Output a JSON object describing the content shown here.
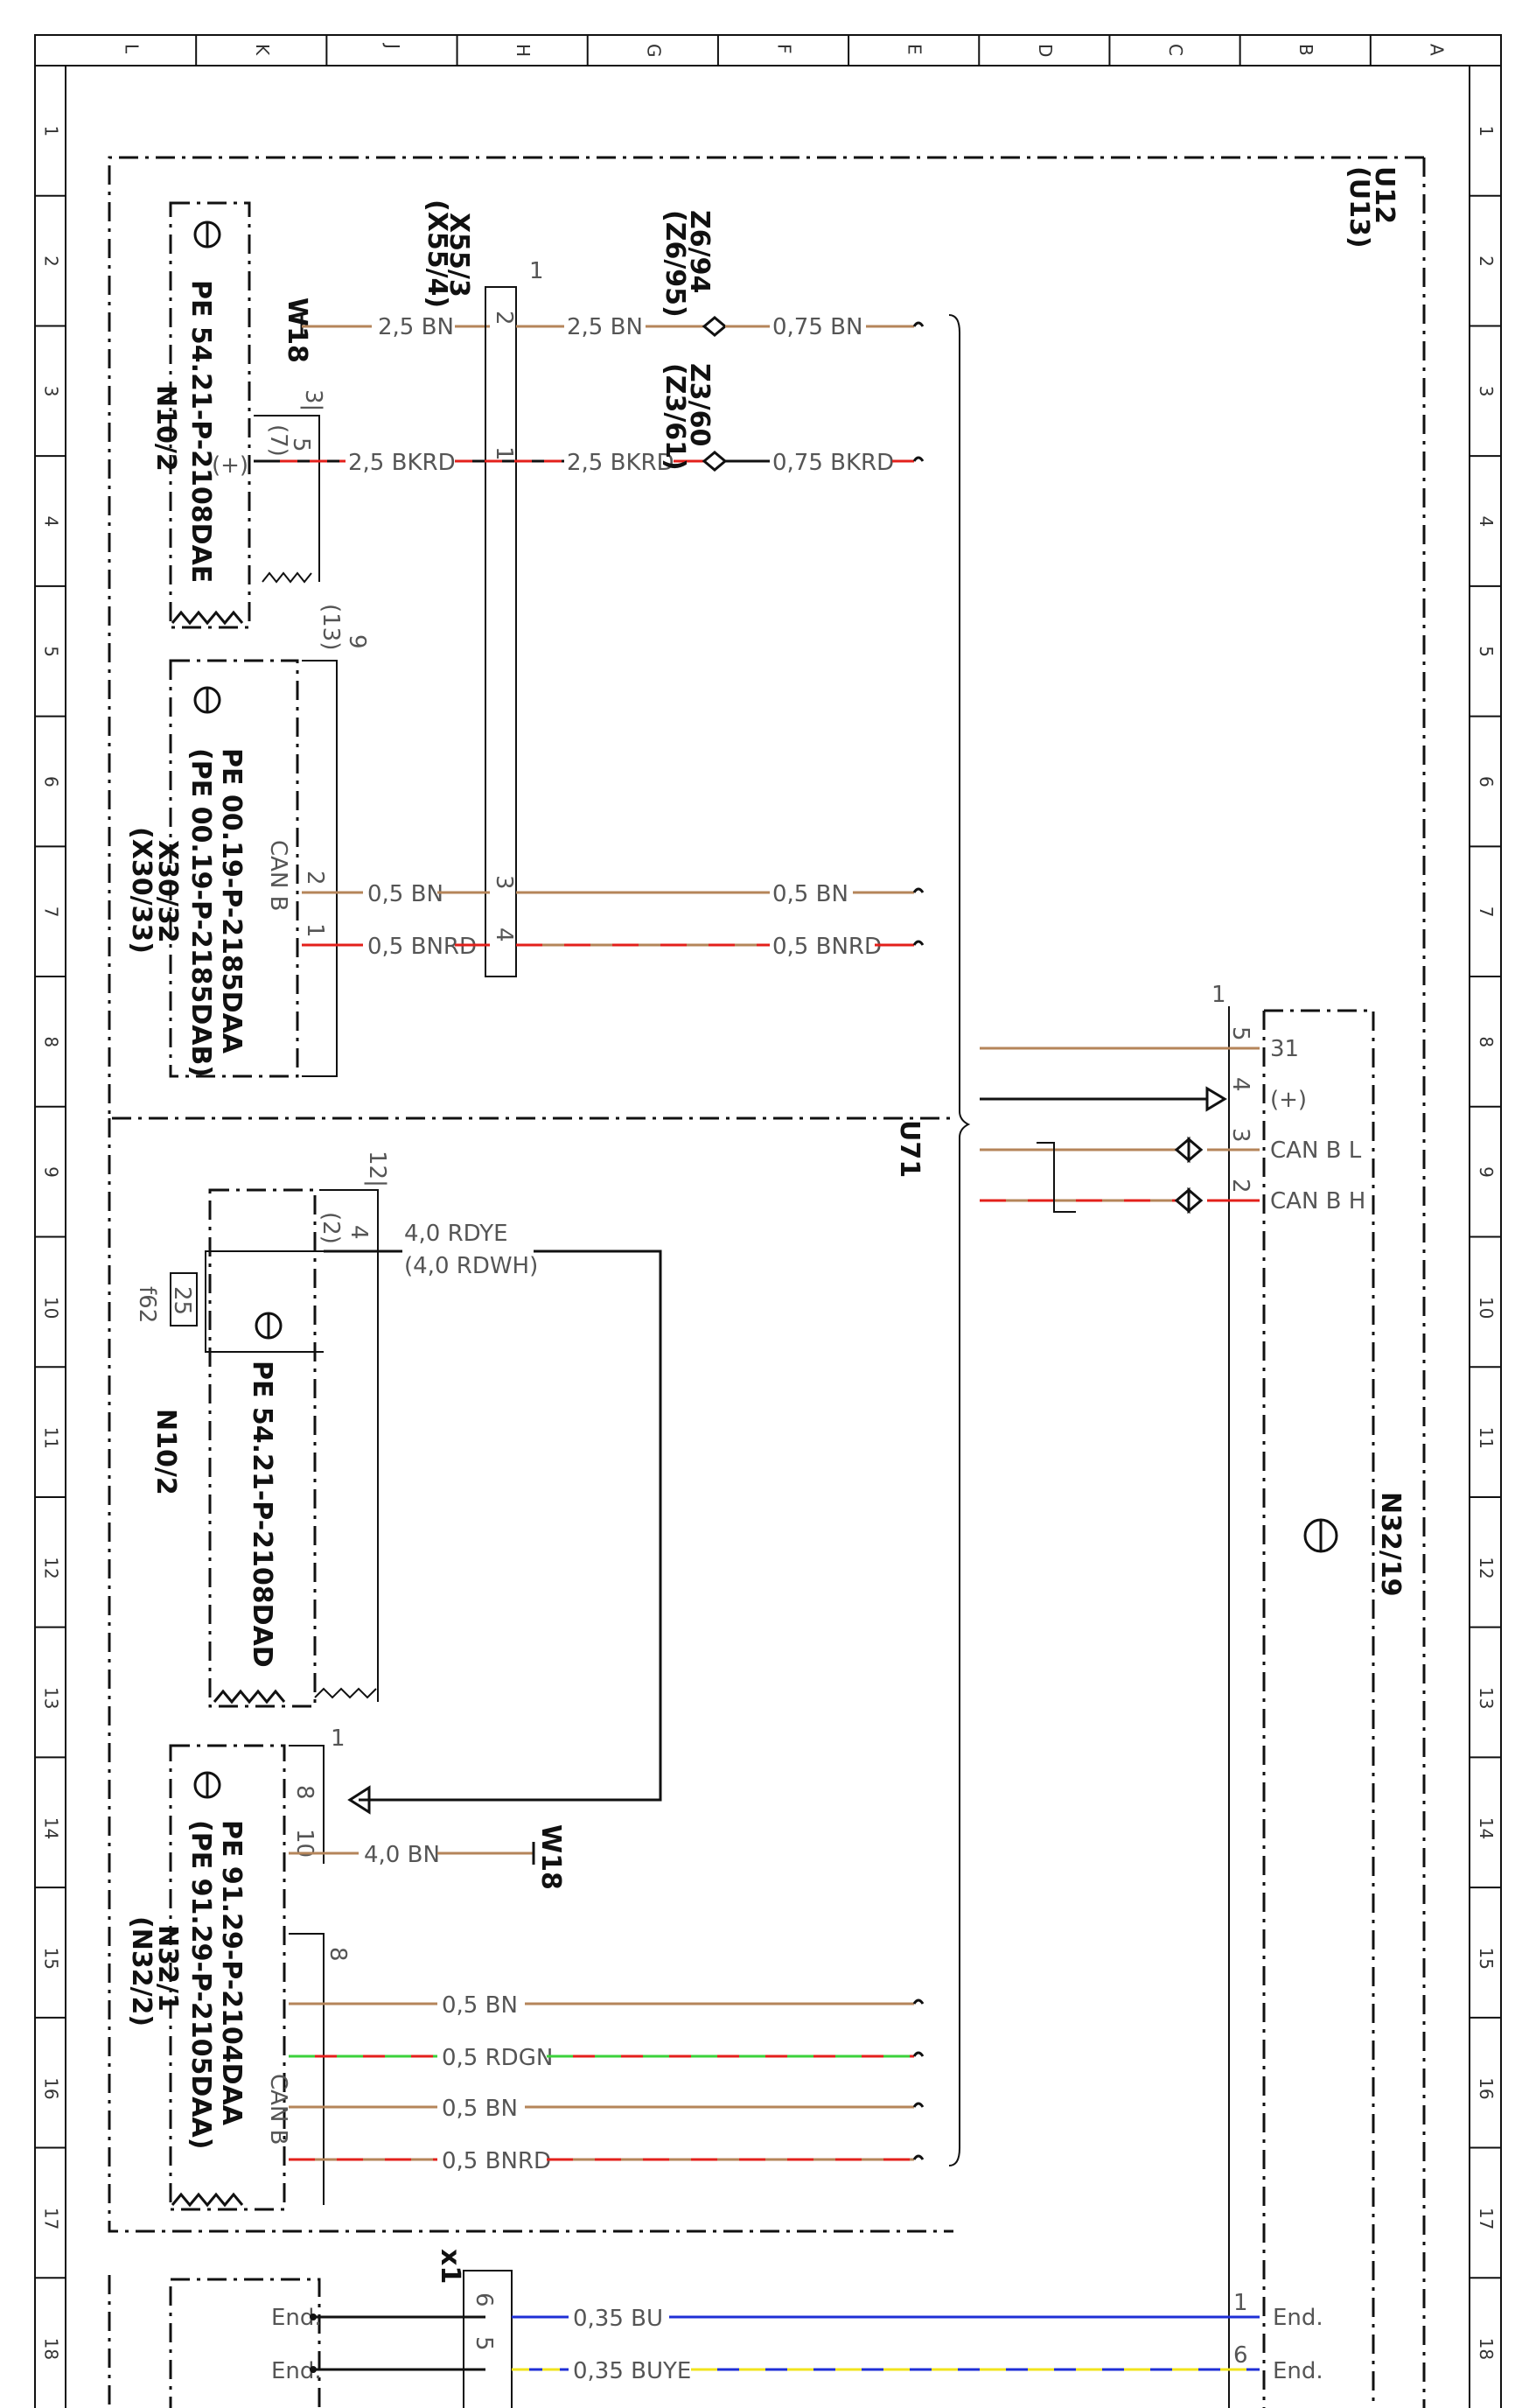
{
  "grid": {
    "columns": [
      "L",
      "K",
      "J",
      "H",
      "G",
      "F",
      "E",
      "D",
      "C",
      "B",
      "A"
    ],
    "rows": [
      "1",
      "2",
      "3",
      "4",
      "5",
      "6",
      "7",
      "8",
      "9",
      "10",
      "11",
      "12",
      "13",
      "14",
      "15",
      "16",
      "17",
      "18"
    ]
  },
  "components": {
    "u12": {
      "line1": "U12",
      "line2": "(U13)"
    },
    "u71": "U71",
    "x55": {
      "line1": "X55/3",
      "line2": "(X55/4)",
      "pin_top": "1"
    },
    "z6": {
      "line1": "Z6/94",
      "line2": "(Z6/95)"
    },
    "z3": {
      "line1": "Z3/60",
      "line2": "(Z3/61)"
    },
    "w18_top": "W18",
    "w18_bottom": "W18",
    "x30": {
      "line1": "X30/32",
      "line2": "(X30/33)"
    },
    "n10_2_top": {
      "name": "N10/2",
      "pe": "PE 54.21-P-2108DAE",
      "pins_top": "3|",
      "pin_5": "5",
      "pin_7": "(7)",
      "plus": "(+)"
    },
    "can_block_top": {
      "pe1": "PE 00.19-P-2185DAA",
      "pe2": "(PE 00.19-P-2185DAB)",
      "can": "CAN B",
      "pin_9": "9",
      "pin_13": "(13)",
      "pin_2": "2",
      "pin_1": "1"
    },
    "n10_2_mid": {
      "name": "N10/2",
      "pe": "PE 54.21-P-2108DAD",
      "pin_12": "12|",
      "pin_4": "4",
      "pin_2p": "(2)",
      "fuse": "f62",
      "fuse_val": "25"
    },
    "n32_1": {
      "name1": "N32/1",
      "name2": "(N32/2)",
      "pe1": "PE 91.29-P-2104DAA",
      "pe2": "(PE 91.29-P-2105DAA)",
      "can": "CAN B",
      "pin_1": "1",
      "pin_8": "8",
      "pin_10": "10",
      "pin_8b": "8"
    },
    "n32_19": {
      "name": "N32/19",
      "pin_1": "1",
      "pins": [
        "5",
        "4",
        "3",
        "2"
      ],
      "labels": [
        "31",
        "(+)",
        "CAN B L",
        "CAN B H"
      ],
      "end1": "End.",
      "end2": "End.",
      "pin_end1": "1",
      "pin_end2": "6"
    },
    "x1": {
      "name": "x1",
      "pin6": "6",
      "pin5": "5",
      "end1": "End.",
      "end2": "End."
    }
  },
  "wires": {
    "w1": "2,5 BN",
    "w2": "2,5 BN",
    "w3": "0,75 BN",
    "w4": "2,5 BKRD",
    "w5": "2,5 BKRD",
    "w6": "0,75 BKRD",
    "w7": "0,5 BN",
    "w8": "0,5 BN",
    "w9": "0,5 BNRD",
    "w10": "0,5 BNRD",
    "w11a": "4,0 RDYE",
    "w11b": "(4,0 RDWH)",
    "w12": "4,0 BN",
    "w13": "0,5 BN",
    "w14": "0,5 RDGN",
    "w15": "0,5 BN",
    "w16": "0,5 BNRD",
    "w17": "0,35 BU",
    "w18": "0,35 BUYE"
  },
  "pins_x55": {
    "p2": "2",
    "p1": "1",
    "p3": "3",
    "p4": "4"
  },
  "colors": {
    "brown": "#b5855a",
    "red": "#e3201b",
    "green": "#3bd13b",
    "blue": "#1f2fd6",
    "yellow": "#f2e41c",
    "black": "#111111"
  }
}
